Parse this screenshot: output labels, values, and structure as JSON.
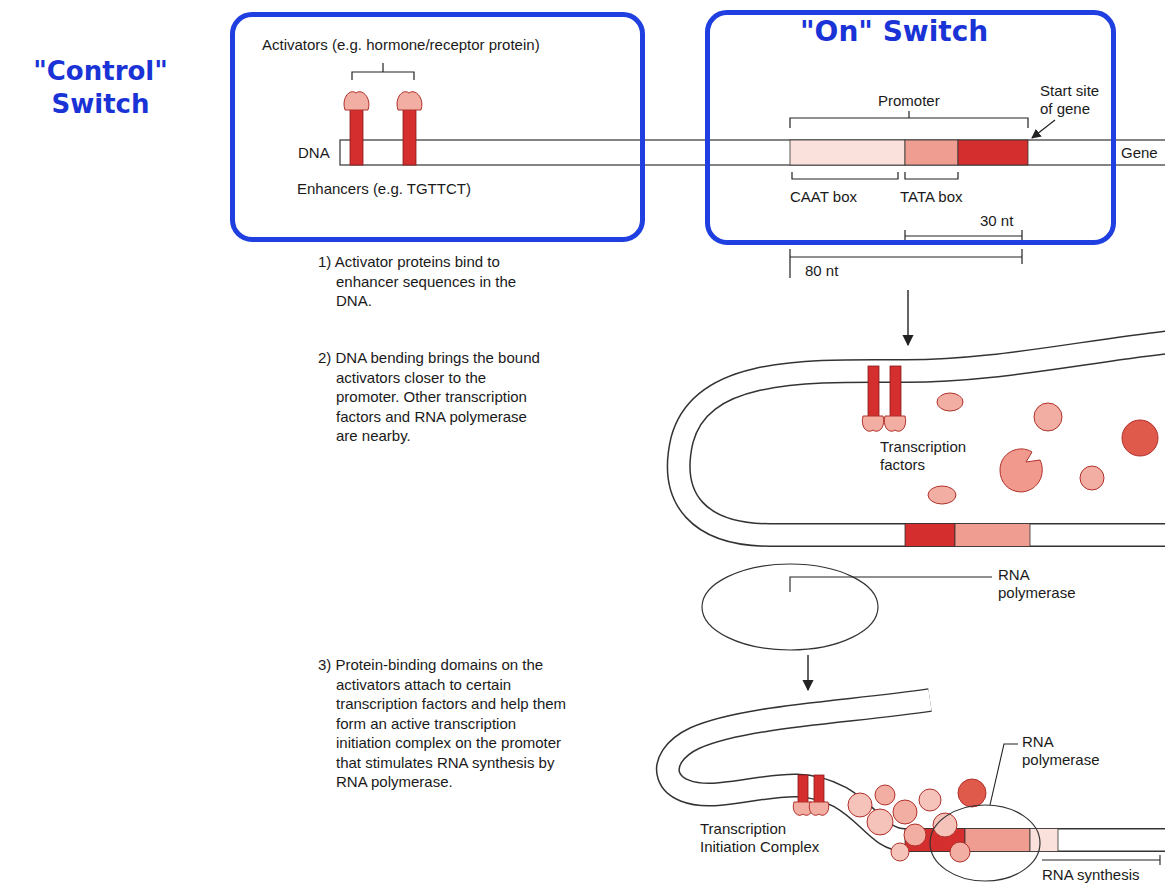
{
  "diagram": {
    "nodes": [
      {
        "text": [
          "\"Control\" Switch",
          "Activators (e.g. hormone/receptor protein)",
          "DNA",
          "Enhancers (e.g. TGTTCT)"
        ]
      },
      {
        "text": [
          "\"On\" Switch",
          "Promoter",
          "Start site of gene",
          "CAAT box",
          "TATA box",
          "30 nt"
        ]
      }
    ],
    "labels": [
      "Gene",
      "80 nt",
      "1) Activator proteins bind to enhancer sequences in the DNA.",
      "2) DNA bending brings the bound activators closer to the promoter. Other transcription factors and RNA polymerase are nearby.",
      "Transcription factors",
      "RNA polymerase",
      "3) Protein-binding domains on the activators attach to certain transcription factors and help them form an active transcription initiation complex on the promoter that stimulates RNA synthesis by RNA polymerase.",
      "RNA polymerase",
      "Transcription Initiation Complex",
      "RNA synthesis"
    ]
  }
}
